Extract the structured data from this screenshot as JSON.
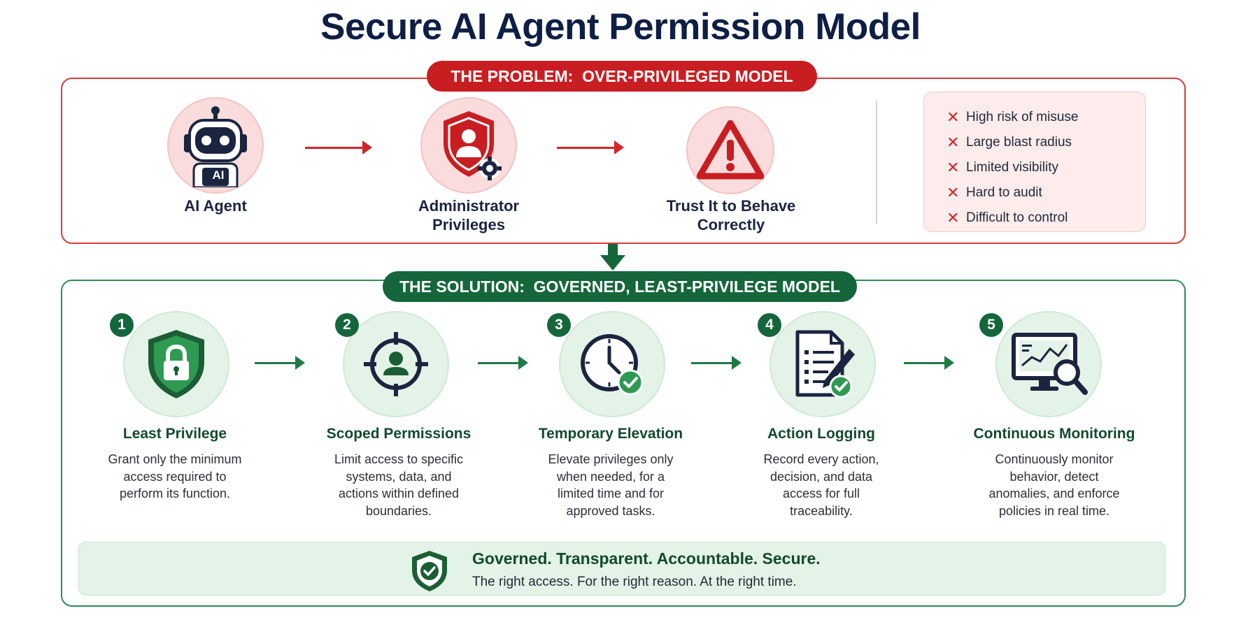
{
  "title": "Secure AI Agent Permission Model",
  "problem": {
    "heading": "THE PROBLEM:  OVER-PRIVILEGED MODEL",
    "steps": [
      {
        "label_line1": "AI Agent",
        "label_line2": "",
        "icon": "robot-icon",
        "badge": "AI"
      },
      {
        "label_line1": "Administrator",
        "label_line2": "Privileges",
        "icon": "admin-shield-gear-icon"
      },
      {
        "label_line1": "Trust It to Behave",
        "label_line2": "Correctly",
        "icon": "warning-triangle-icon"
      }
    ],
    "risks": [
      "High risk of misuse",
      "Large blast radius",
      "Limited visibility",
      "Hard to audit",
      "Difficult to control"
    ]
  },
  "solution": {
    "heading": "THE SOLUTION:  GOVERNED, LEAST-PRIVILEGE MODEL",
    "steps": [
      {
        "number": "1",
        "title": "Least Privilege",
        "icon": "shield-lock-icon",
        "desc": [
          "Grant only the minimum",
          "access required to",
          "perform its function."
        ]
      },
      {
        "number": "2",
        "title": "Scoped Permissions",
        "icon": "target-user-icon",
        "desc": [
          "Limit access to specific",
          "systems, data, and",
          "actions within defined",
          "boundaries."
        ]
      },
      {
        "number": "3",
        "title": "Temporary Elevation",
        "icon": "clock-check-icon",
        "desc": [
          "Elevate privileges only",
          "when needed, for a",
          "limited time and for",
          "approved tasks."
        ]
      },
      {
        "number": "4",
        "title": "Action Logging",
        "icon": "document-pen-icon",
        "desc": [
          "Record every action,",
          "decision, and data",
          "access for full",
          "traceability."
        ]
      },
      {
        "number": "5",
        "title": "Continuous Monitoring",
        "icon": "monitor-search-icon",
        "desc": [
          "Continuously monitor",
          "behavior, detect",
          "anomalies, and enforce",
          "policies in real time."
        ]
      }
    ],
    "footer": {
      "tagline": "Governed. Transparent. Accountable. Secure.",
      "subline": "The right access. For the right reason. At the right time."
    }
  },
  "colors": {
    "danger": "#c81e22",
    "success": "#15663b",
    "navy": "#0e1f44"
  }
}
